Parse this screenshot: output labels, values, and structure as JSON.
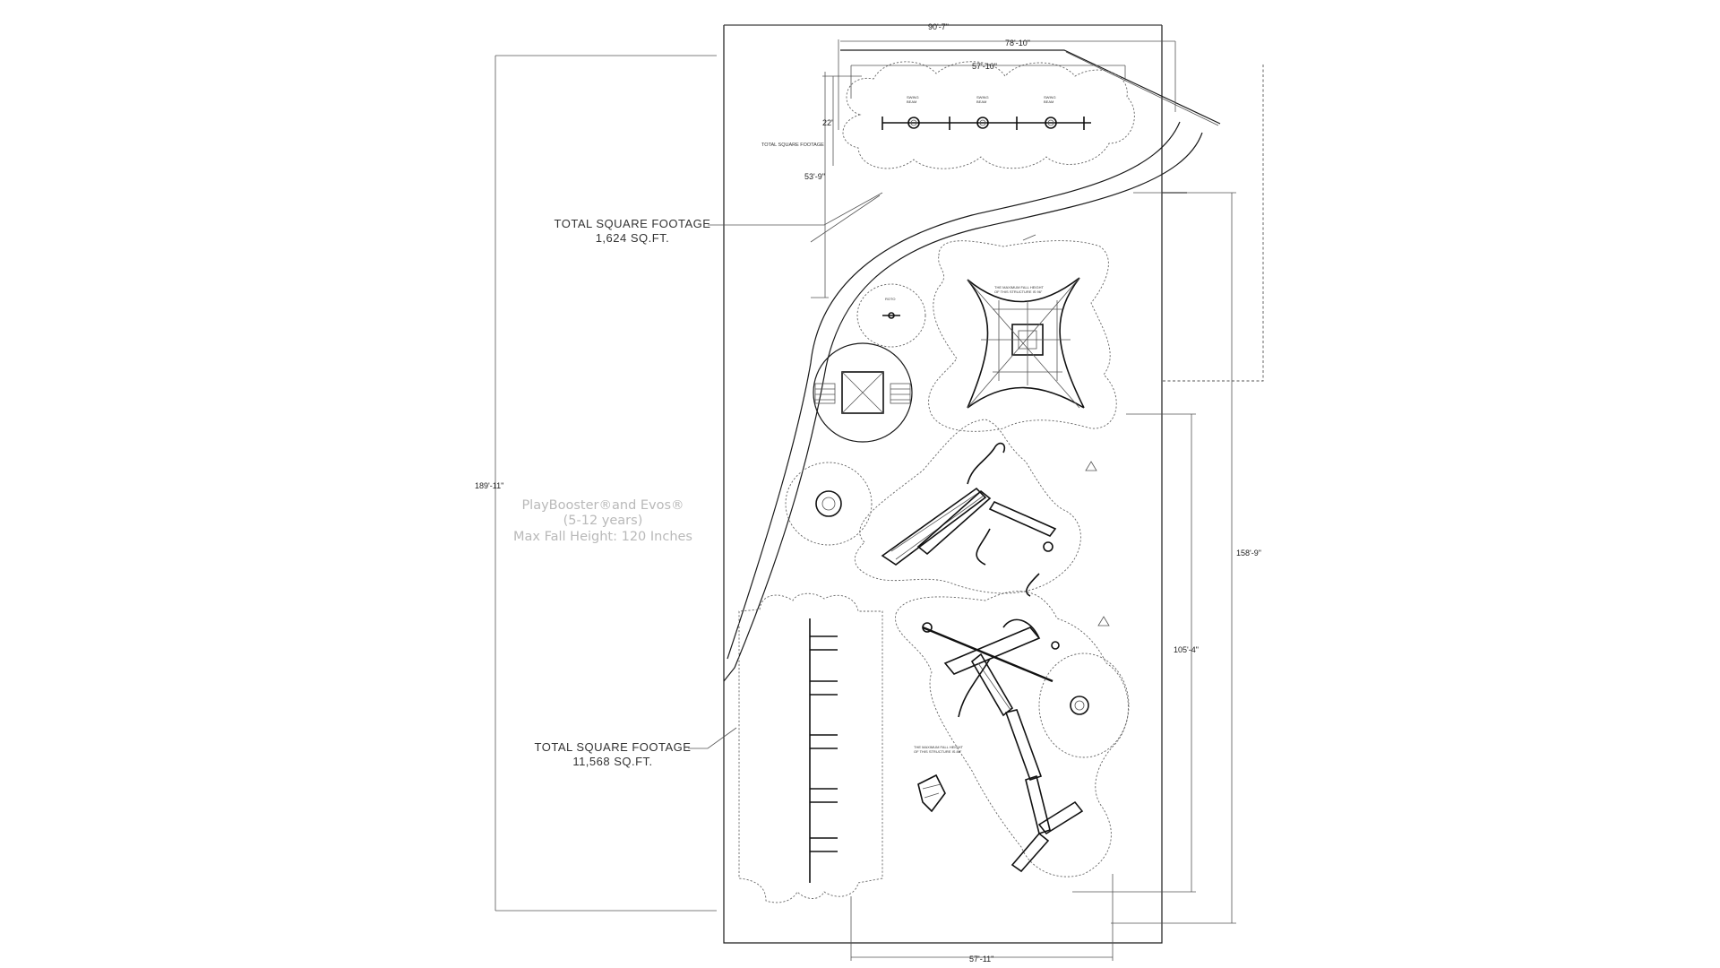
{
  "dimensions": {
    "overall_width": "90'-7\"",
    "upper_width": "78'-10\"",
    "top_zone_width": "57'-10\"",
    "top_zone_depth": "22'",
    "upper_left_depth": "53'-9\"",
    "overall_height": "189'-11\"",
    "right_height": "158'-9\"",
    "lower_right_height": "105'-4\"",
    "bottom_width": "57'-11\""
  },
  "areas": {
    "small_label": "TOTAL SQUARE FOOTAGE",
    "upper": {
      "title": "TOTAL SQUARE FOOTAGE",
      "value": "1,624 SQ.FT."
    },
    "lower": {
      "title": "TOTAL SQUARE FOOTAGE",
      "value": "11,568 SQ.FT."
    }
  },
  "watermark": {
    "line1": "PlayBooster®and Evos®",
    "line2": "(5-12 years)",
    "line3": "Max Fall Height: 120 Inches"
  },
  "notes": {
    "net_structure_fall": "THE MAXIMUM FALL HEIGHT OF THIS STRUCTURE IS 96\"",
    "main_structure_fall": "THE MAXIMUM FALL HEIGHT OF THIS STRUCTURE IS 88\""
  }
}
